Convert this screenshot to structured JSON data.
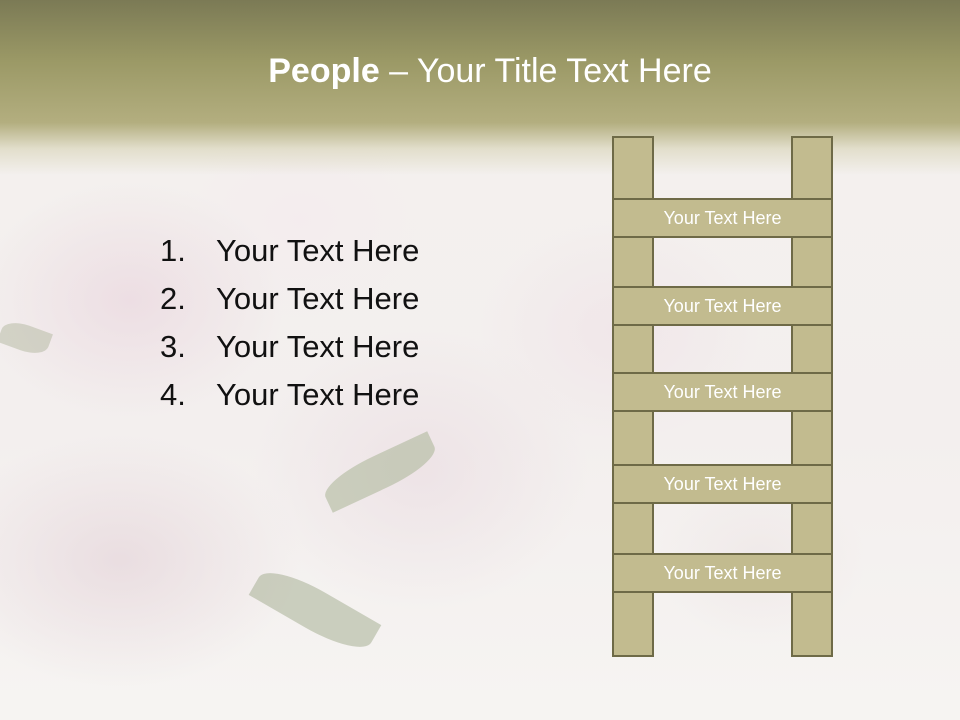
{
  "slide": {
    "title_bold": "People",
    "title_rest": " – Your Title Text Here",
    "list": [
      {
        "number": "1.",
        "text": "Your Text Here"
      },
      {
        "number": "2.",
        "text": "Your Text Here"
      },
      {
        "number": "3.",
        "text": "Your Text Here"
      },
      {
        "number": "4.",
        "text": "Your Text Here"
      }
    ],
    "ladder": {
      "rungs": [
        "Your Text Here",
        "Your Text Here",
        "Your Text Here",
        "Your Text Here",
        "Your Text Here"
      ]
    }
  },
  "colors": {
    "title_band": "#9b9966",
    "ladder_fill": "#c2bb8f",
    "ladder_border": "#6e6a47"
  }
}
